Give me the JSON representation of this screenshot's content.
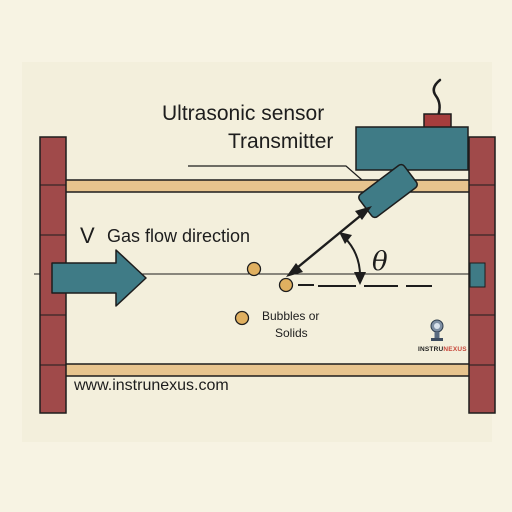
{
  "labels": {
    "sensor_line1": "Ultrasonic sensor",
    "sensor_line2": "Transmitter",
    "velocity_symbol": "V",
    "flow_direction": "Gas flow direction",
    "angle_symbol": "θ",
    "bubbles_line1": "Bubbles or",
    "bubbles_line2": "Solids",
    "website": "www.instrunexus.com",
    "brand_part1": "INSTRU",
    "brand_part2": "NEXUS"
  },
  "colors": {
    "background": "#f7f3e3",
    "flange": "#a04a4a",
    "pipe_wall": "#e7c48e",
    "sensor_body": "#3f7b86",
    "cable_box": "#a63d3d",
    "flow_arrow": "#3f7b86",
    "particle": "#e0b060",
    "outline": "#1d1d1d"
  },
  "icons": {
    "logo": "transmitter-logo-icon"
  }
}
